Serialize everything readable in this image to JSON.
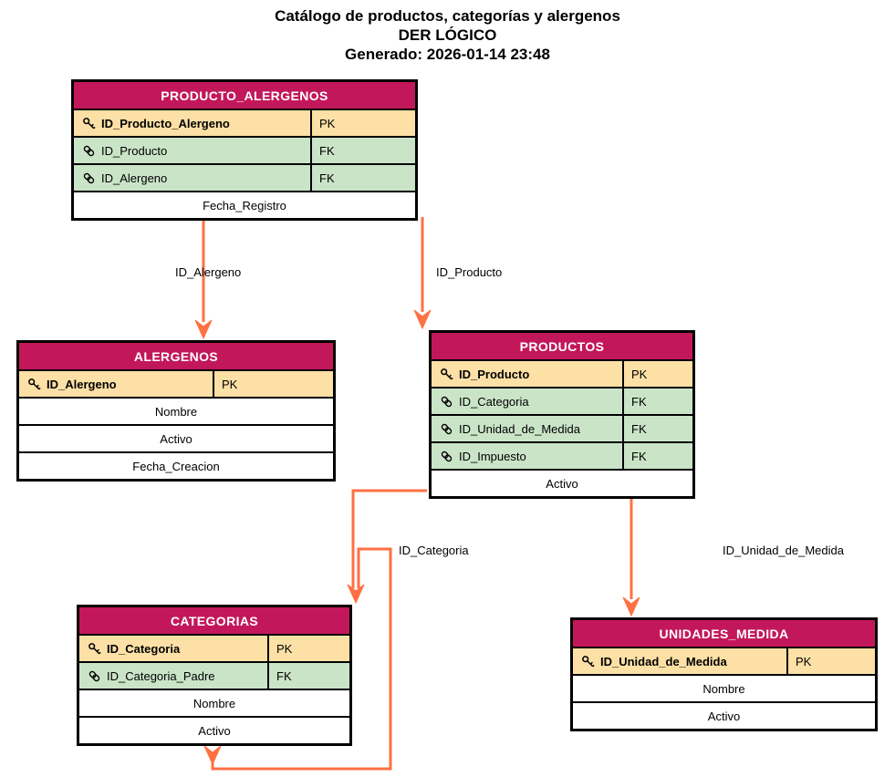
{
  "title": {
    "line1": "Catálogo de productos, categorías y alergenos",
    "line2": "DER LÓGICO",
    "line3": "Generado: 2026-01-14 23:48"
  },
  "colors": {
    "entity_header_bg": "#C2185B",
    "entity_header_text": "#FFFFFF",
    "pk_row_bg": "#FCE0A6",
    "fk_row_bg": "#CAE4C8",
    "plain_row_bg": "#FFFFFF",
    "table_border": "#000000",
    "relationship_line": "#FF7043"
  },
  "tables": {
    "producto_alergenos": {
      "title": "PRODUCTO_ALERGENOS",
      "rows": [
        {
          "icon": "key-icon",
          "label": "ID_Producto_Alergeno",
          "tag": "PK"
        },
        {
          "icon": "link-icon",
          "label": "ID_Producto",
          "tag": "FK"
        },
        {
          "icon": "link-icon",
          "label": "ID_Alergeno",
          "tag": "FK"
        },
        {
          "label": "Fecha_Registro"
        }
      ]
    },
    "alergenos": {
      "title": "ALERGENOS",
      "rows": [
        {
          "icon": "key-icon",
          "label": "ID_Alergeno",
          "tag": "PK"
        },
        {
          "label": "Nombre"
        },
        {
          "label": "Activo"
        },
        {
          "label": "Fecha_Creacion"
        }
      ]
    },
    "productos": {
      "title": "PRODUCTOS",
      "rows": [
        {
          "icon": "key-icon",
          "label": "ID_Producto",
          "tag": "PK"
        },
        {
          "icon": "link-icon",
          "label": "ID_Categoria",
          "tag": "FK"
        },
        {
          "icon": "link-icon",
          "label": "ID_Unidad_de_Medida",
          "tag": "FK"
        },
        {
          "icon": "link-icon",
          "label": "ID_Impuesto",
          "tag": "FK"
        },
        {
          "label": "Activo"
        }
      ]
    },
    "categorias": {
      "title": "CATEGORIAS",
      "rows": [
        {
          "icon": "key-icon",
          "label": "ID_Categoria",
          "tag": "PK"
        },
        {
          "icon": "link-icon",
          "label": "ID_Categoria_Padre",
          "tag": "FK"
        },
        {
          "label": "Nombre"
        },
        {
          "label": "Activo"
        }
      ]
    },
    "unidades_medida": {
      "title": "UNIDADES_MEDIDA",
      "rows": [
        {
          "icon": "key-icon",
          "label": "ID_Unidad_de_Medida",
          "tag": "PK"
        },
        {
          "label": "Nombre"
        },
        {
          "label": "Activo"
        }
      ]
    }
  },
  "edges": {
    "id_alergeno": {
      "label": "ID_Alergeno"
    },
    "id_producto": {
      "label": "ID_Producto"
    },
    "id_categoria": {
      "label": "ID_Categoria"
    },
    "id_unidad_de_medida": {
      "label": "ID_Unidad_de_Medida"
    }
  }
}
